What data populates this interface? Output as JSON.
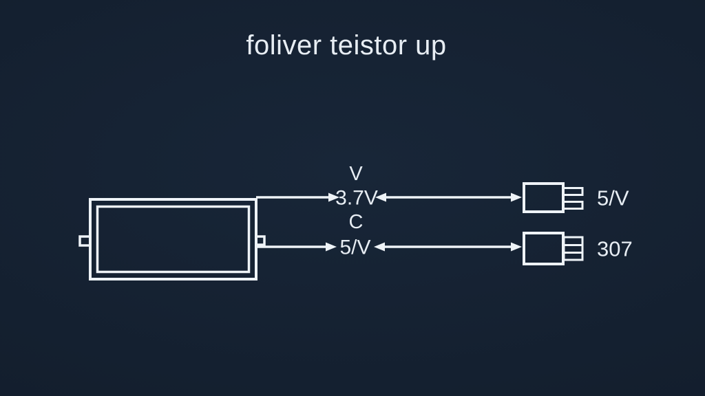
{
  "title": "foliver teistor up",
  "colors": {
    "background_center": "#182638",
    "background_edge": "#111b29",
    "line": "#eef3f7",
    "text": "#e7edf3"
  },
  "diagram": {
    "battery": {
      "description": "battery-cell-with-terminals"
    },
    "rows": [
      {
        "param_label": "V",
        "value": "3.7V",
        "connector_icon": "two-prong-plug-icon",
        "connector_label": "5/V"
      },
      {
        "param_label": "C",
        "value": "5/V",
        "connector_icon": "multi-pin-connector-icon",
        "connector_label": "307"
      }
    ]
  }
}
